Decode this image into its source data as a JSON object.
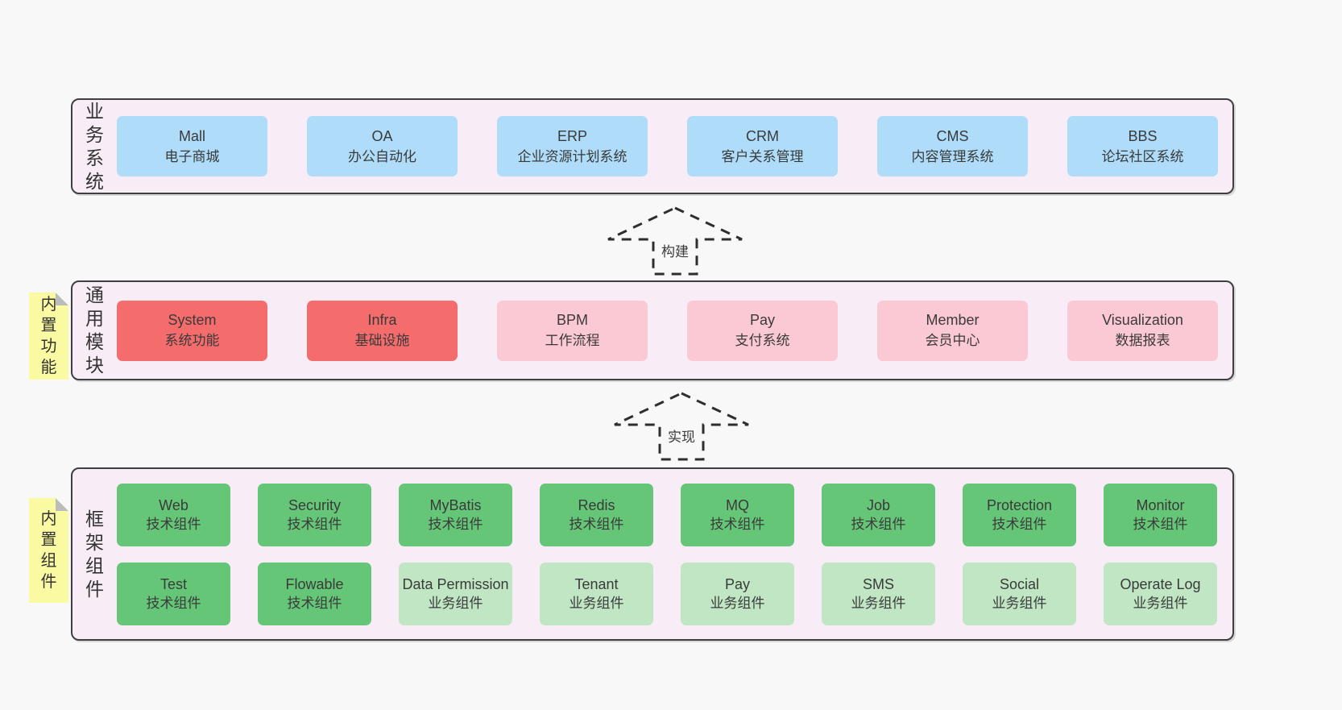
{
  "colors": {
    "background": "#f8f8f8",
    "container_fill": "#f8edf6",
    "container_border": "#3f3f3f",
    "blue_box": "#aedcf9",
    "red_box": "#f56c6c",
    "pink_box": "#fbc9d3",
    "green_dark_box": "#66c678",
    "green_light_box": "#c0e6c4",
    "sticky_note": "#fafaa2",
    "text": "#3a3a3a"
  },
  "arrows": [
    {
      "label": "构建"
    },
    {
      "label": "实现"
    }
  ],
  "layers": {
    "business": {
      "side_label": "业务系统",
      "boxes": [
        {
          "en": "Mall",
          "cn": "电子商城"
        },
        {
          "en": "OA",
          "cn": "办公自动化"
        },
        {
          "en": "ERP",
          "cn": "企业资源计划系统"
        },
        {
          "en": "CRM",
          "cn": "客户关系管理"
        },
        {
          "en": "CMS",
          "cn": "内容管理系统"
        },
        {
          "en": "BBS",
          "cn": "论坛社区系统"
        }
      ]
    },
    "modules": {
      "side_label": "通用模块",
      "sticky_note": "内置功能",
      "boxes": [
        {
          "en": "System",
          "cn": "系统功能",
          "variant": "red"
        },
        {
          "en": "Infra",
          "cn": "基础设施",
          "variant": "red"
        },
        {
          "en": "BPM",
          "cn": "工作流程",
          "variant": "pink"
        },
        {
          "en": "Pay",
          "cn": "支付系统",
          "variant": "pink"
        },
        {
          "en": "Member",
          "cn": "会员中心",
          "variant": "pink"
        },
        {
          "en": "Visualization",
          "cn": "数据报表",
          "variant": "pink"
        }
      ]
    },
    "framework": {
      "side_label": "框架组件",
      "sticky_note": "内置组件",
      "row1": [
        {
          "en": "Web",
          "cn": "技术组件",
          "variant": "green-dark"
        },
        {
          "en": "Security",
          "cn": "技术组件",
          "variant": "green-dark"
        },
        {
          "en": "MyBatis",
          "cn": "技术组件",
          "variant": "green-dark"
        },
        {
          "en": "Redis",
          "cn": "技术组件",
          "variant": "green-dark"
        },
        {
          "en": "MQ",
          "cn": "技术组件",
          "variant": "green-dark"
        },
        {
          "en": "Job",
          "cn": "技术组件",
          "variant": "green-dark"
        },
        {
          "en": "Protection",
          "cn": "技术组件",
          "variant": "green-dark"
        },
        {
          "en": "Monitor",
          "cn": "技术组件",
          "variant": "green-dark"
        }
      ],
      "row2": [
        {
          "en": "Test",
          "cn": "技术组件",
          "variant": "green-dark"
        },
        {
          "en": "Flowable",
          "cn": "技术组件",
          "variant": "green-dark"
        },
        {
          "en": "Data Permission",
          "cn": "业务组件",
          "variant": "green-light"
        },
        {
          "en": "Tenant",
          "cn": "业务组件",
          "variant": "green-light"
        },
        {
          "en": "Pay",
          "cn": "业务组件",
          "variant": "green-light"
        },
        {
          "en": "SMS",
          "cn": "业务组件",
          "variant": "green-light"
        },
        {
          "en": "Social",
          "cn": "业务组件",
          "variant": "green-light"
        },
        {
          "en": "Operate Log",
          "cn": "业务组件",
          "variant": "green-light"
        }
      ]
    }
  }
}
